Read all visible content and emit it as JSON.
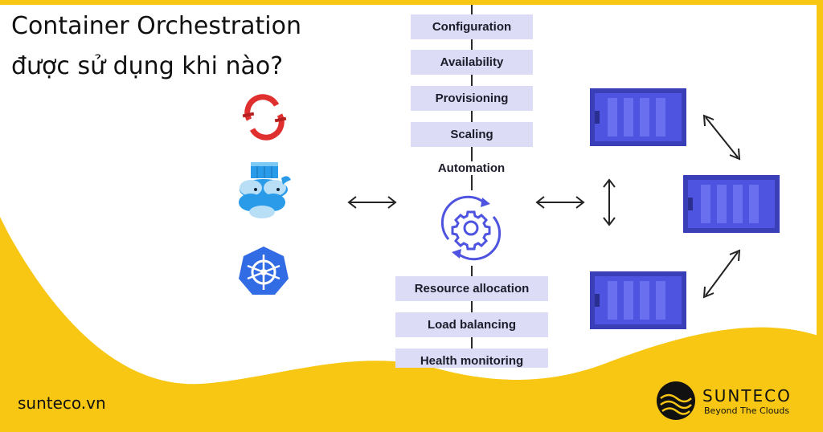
{
  "title": {
    "line1": "Container Orchestration",
    "line2": "được sử dụng khi nào?"
  },
  "features_top": [
    "Configuration",
    "Availability",
    "Provisioning",
    "Scaling"
  ],
  "center_label": "Automation",
  "features_bottom": [
    "Resource allocation",
    "Load balancing",
    "Health monitoring"
  ],
  "tools": [
    "openshift-icon",
    "docker-icon",
    "kubernetes-icon"
  ],
  "footer": {
    "website": "sunteco.vn",
    "brand": "SUNTECO",
    "tagline": "Beyond The Clouds"
  },
  "colors": {
    "background": "#f7c714",
    "card": "#ffffff",
    "box": "#dcdcf6",
    "container": "#4f54e0",
    "openshift": "#e02f2f",
    "docker": "#2a9be8",
    "kubernetes": "#326ce5"
  }
}
